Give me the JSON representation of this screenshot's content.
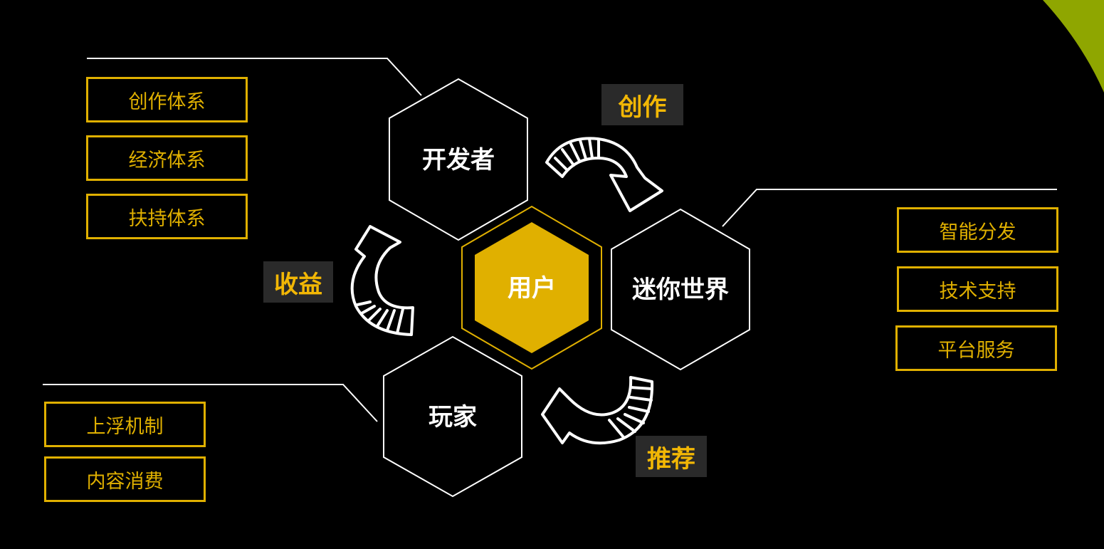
{
  "colors": {
    "background": "#000000",
    "accent": "#e0b000",
    "center_fill": "#e0b000",
    "tag_background": "#2a2a2a",
    "line": "#ffffff",
    "corner_accent": "#b8d000"
  },
  "hexagons": {
    "developer": "开发者",
    "mini_world": "迷你世界",
    "player": "玩家",
    "center": "用户"
  },
  "flow_tags": {
    "create": "创作",
    "revenue": "收益",
    "recommend": "推荐"
  },
  "developer_items": [
    "创作体系",
    "经济体系",
    "扶持体系"
  ],
  "mini_world_items": [
    "智能分发",
    "技术支持",
    "平台服务"
  ],
  "player_items": [
    "上浮机制",
    "内容消费"
  ],
  "icons": {
    "create_arrow": "curved-arrow-icon",
    "revenue_arrow": "curved-arrow-icon",
    "recommend_arrow": "curved-arrow-icon"
  }
}
